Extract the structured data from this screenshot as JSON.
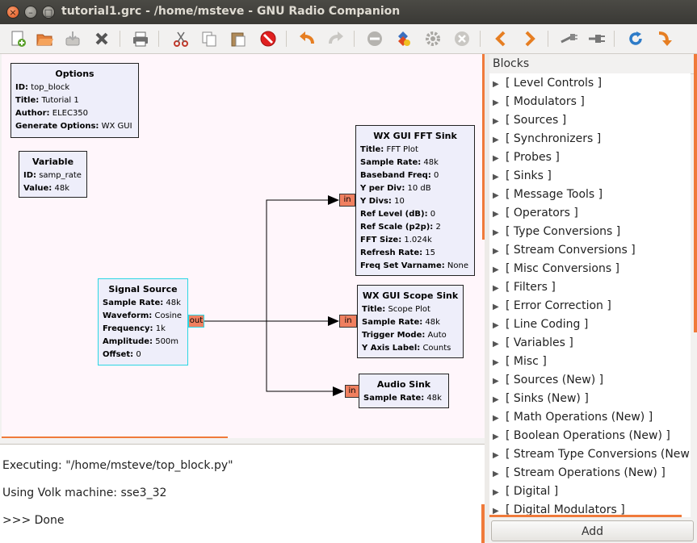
{
  "window": {
    "title": "tutorial1.grc - /home/msteve - GNU Radio Companion",
    "close_glyph": "×",
    "min_glyph": "–",
    "max_glyph": "□"
  },
  "toolbar": {
    "icons": [
      "new-icon",
      "open-icon",
      "save-icon",
      "close-flowgraph-icon",
      "print-icon",
      "cut-icon",
      "copy-icon",
      "paste-icon",
      "delete-icon",
      "undo-icon",
      "redo-icon",
      "disable-icon",
      "generate-icon",
      "execute-icon",
      "kill-icon",
      "rotate-ccw-icon",
      "rotate-cw-icon",
      "disable-block-icon",
      "enable-block-icon",
      "reload-icon",
      "find-icon"
    ]
  },
  "canvas": {
    "options": {
      "title": "Options",
      "props": [
        {
          "k": "ID:",
          "v": "top_block"
        },
        {
          "k": "Title:",
          "v": "Tutorial 1"
        },
        {
          "k": "Author:",
          "v": "ELEC350"
        },
        {
          "k": "Generate Options:",
          "v": "WX GUI"
        }
      ]
    },
    "variable": {
      "title": "Variable",
      "props": [
        {
          "k": "ID:",
          "v": "samp_rate"
        },
        {
          "k": "Value:",
          "v": "48k"
        }
      ]
    },
    "signal_source": {
      "title": "Signal Source",
      "props": [
        {
          "k": "Sample Rate:",
          "v": "48k"
        },
        {
          "k": "Waveform:",
          "v": "Cosine"
        },
        {
          "k": "Frequency:",
          "v": "1k"
        },
        {
          "k": "Amplitude:",
          "v": "500m"
        },
        {
          "k": "Offset:",
          "v": "0"
        }
      ],
      "port": "out"
    },
    "fft_sink": {
      "title": "WX GUI FFT Sink",
      "props": [
        {
          "k": "Title:",
          "v": "FFT Plot"
        },
        {
          "k": "Sample Rate:",
          "v": "48k"
        },
        {
          "k": "Baseband Freq:",
          "v": "0"
        },
        {
          "k": "Y per Div:",
          "v": "10 dB"
        },
        {
          "k": "Y Divs:",
          "v": "10"
        },
        {
          "k": "Ref Level (dB):",
          "v": "0"
        },
        {
          "k": "Ref Scale (p2p):",
          "v": "2"
        },
        {
          "k": "FFT Size:",
          "v": "1.024k"
        },
        {
          "k": "Refresh Rate:",
          "v": "15"
        },
        {
          "k": "Freq Set Varname:",
          "v": "None"
        }
      ],
      "port": "in"
    },
    "scope_sink": {
      "title": "WX GUI Scope Sink",
      "props": [
        {
          "k": "Title:",
          "v": "Scope Plot"
        },
        {
          "k": "Sample Rate:",
          "v": "48k"
        },
        {
          "k": "Trigger Mode:",
          "v": "Auto"
        },
        {
          "k": "Y Axis Label:",
          "v": "Counts"
        }
      ],
      "port": "in"
    },
    "audio_sink": {
      "title": "Audio Sink",
      "props": [
        {
          "k": "Sample Rate:",
          "v": "48k"
        }
      ],
      "port": "in"
    }
  },
  "console": {
    "lines": [
      "Executing: \"/home/msteve/top_block.py\"",
      "Using Volk machine: sse3_32",
      ">>> Done"
    ]
  },
  "blocks_panel": {
    "header": "Blocks",
    "categories": [
      "[ Level Controls ]",
      "[ Modulators ]",
      "[ Sources ]",
      "[ Synchronizers ]",
      "[ Probes ]",
      "[ Sinks ]",
      "[ Message Tools ]",
      "[ Operators ]",
      "[ Type Conversions ]",
      "[ Stream Conversions ]",
      "[ Misc Conversions ]",
      "[ Filters ]",
      "[ Error Correction ]",
      "[ Line Coding ]",
      "[ Variables ]",
      "[ Misc ]",
      "[ Sources (New) ]",
      "[ Sinks (New) ]",
      "[ Math Operations (New)  ]",
      "[ Boolean Operations (New)  ]",
      "[ Stream Type Conversions (New)  ]",
      "[ Stream Operations (New)  ]",
      "[ Digital ]",
      "[ Digital Modulators ]"
    ],
    "add_label": "Add"
  },
  "colors": {
    "accent": "#f07a3a",
    "port": "#f08060",
    "selected_border": "#2bd6e3",
    "block_bg": "#eeeefa",
    "canvas_bg": "#fff6fb"
  }
}
